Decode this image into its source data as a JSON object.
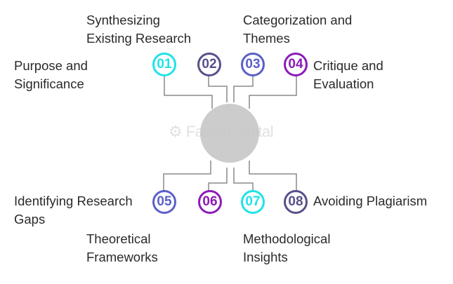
{
  "items": [
    {
      "num": "01",
      "label": "Purpose and Significance",
      "line1": "Purpose and",
      "line2": "Significance",
      "color": "#1fe3e8"
    },
    {
      "num": "02",
      "label": "Synthesizing Existing Research",
      "line1": "Synthesizing",
      "line2": "Existing Research",
      "color": "#56508a"
    },
    {
      "num": "03",
      "label": "Categorization and Themes",
      "line1": "Categorization and",
      "line2": "Themes",
      "color": "#5a5fc8"
    },
    {
      "num": "04",
      "label": "Critique and Evaluation",
      "line1": "Critique and",
      "line2": "Evaluation",
      "color": "#8c1bb8"
    },
    {
      "num": "05",
      "label": "Identifying Research Gaps",
      "line1": "Identifying Research",
      "line2": "Gaps",
      "color": "#5a5fc8"
    },
    {
      "num": "06",
      "label": "Theoretical Frameworks",
      "line1": "Theoretical",
      "line2": "Frameworks",
      "color": "#8c1bb8"
    },
    {
      "num": "07",
      "label": "Methodological Insights",
      "line1": "Methodological",
      "line2": "Insights",
      "color": "#1fe3e8"
    },
    {
      "num": "08",
      "label": "Avoiding Plagiarism",
      "line1": "Avoiding Plagiarism",
      "line2": "",
      "color": "#56508a"
    }
  ],
  "watermark": "FasterCapital",
  "center_color": "#cccccc",
  "line_color": "#888888"
}
